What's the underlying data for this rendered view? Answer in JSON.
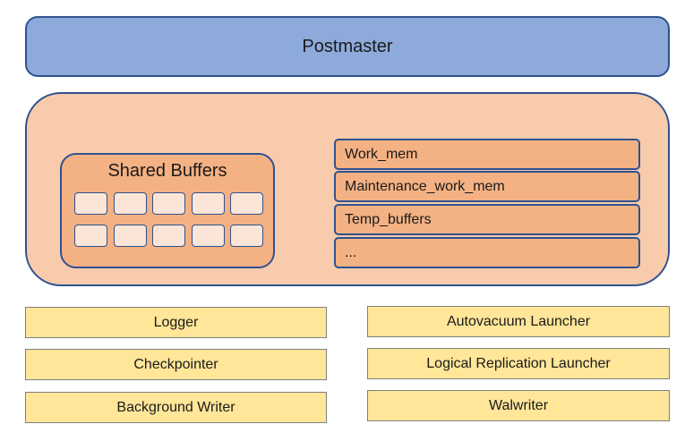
{
  "postmaster": {
    "label": "Postmaster"
  },
  "shared_buffers": {
    "title": "Shared Buffers",
    "cell_rows": 2,
    "cell_cols": 5
  },
  "memory_items": [
    "Work_mem",
    "Maintenance_work_mem",
    "Temp_buffers",
    "..."
  ],
  "processes": {
    "left": [
      "Logger",
      "Checkpointer",
      "Background Writer"
    ],
    "right": [
      "Autovacuum Launcher",
      "Logical Replication Launcher",
      "Walwriter"
    ]
  },
  "colors": {
    "postmaster_fill": "#8eaadb",
    "outline": "#2f528f",
    "memory_fill": "#f8cbad",
    "buffer_fill": "#f4b183",
    "cell_fill": "#fbe5d6",
    "process_fill": "#ffe699"
  }
}
